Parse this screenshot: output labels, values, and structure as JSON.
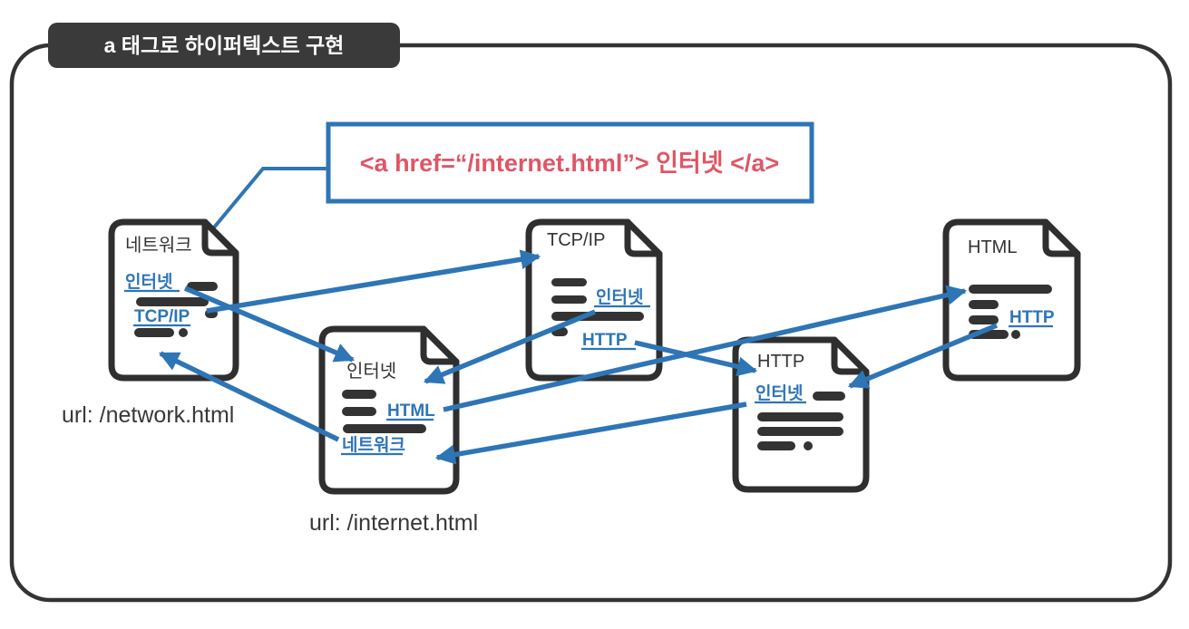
{
  "header": {
    "title": "a 태그로 하이퍼텍스트 구현"
  },
  "callout": {
    "code": "<a href=“/internet.html”> 인터넷 </a>"
  },
  "documents": [
    {
      "title": "네트워크",
      "links": [
        "인터넷",
        "TCP/IP"
      ],
      "url": "url: /network.html"
    },
    {
      "title": "인터넷",
      "links": [
        "HTML",
        "네트워크"
      ],
      "url": "url: /internet.html"
    },
    {
      "title": "TCP/IP",
      "links": [
        "인터넷",
        "HTTP"
      ]
    },
    {
      "title": "HTTP",
      "links": [
        "인터넷"
      ]
    },
    {
      "title": "HTML",
      "links": [
        "HTTP"
      ]
    }
  ],
  "colors": {
    "accent_blue": "#2E75B6",
    "code_red": "#E05566",
    "ink": "#333333"
  }
}
